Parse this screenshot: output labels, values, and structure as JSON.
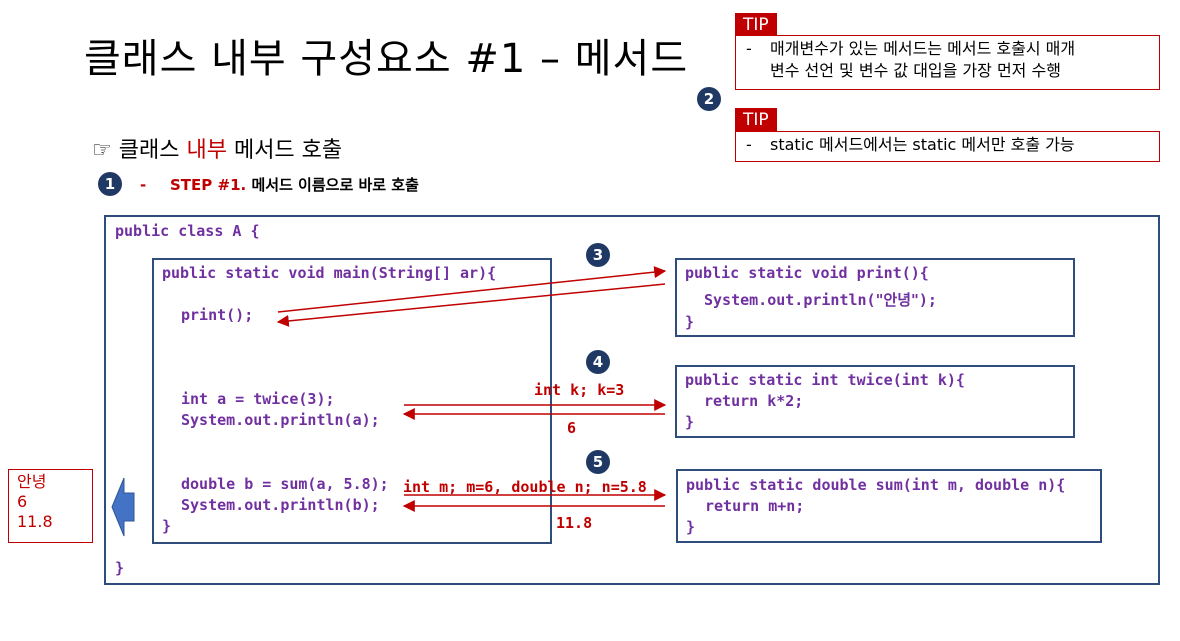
{
  "title": "클래스 내부 구성요소 #1 – 메서드",
  "tips": [
    {
      "tag": "TIP",
      "dash": "-",
      "lines": [
        "매개변수가 있는 메서드는 메서드 호출시 매개",
        "변수 선언 및 변수 값 대입을 가장 먼저 수행"
      ]
    },
    {
      "tag": "TIP",
      "dash": "-",
      "lines": [
        "static 메서드에서는 static 메서만 호출 가능"
      ]
    }
  ],
  "badges": [
    "1",
    "2",
    "3",
    "4",
    "5"
  ],
  "subheading": {
    "pointer": "☞",
    "prefix": "클래스",
    "highlight": "내부",
    "suffix": "메서드 호출"
  },
  "step": {
    "dash": "-",
    "label": "STEP #1.",
    "text": "메서드 이름으로 바로 호출"
  },
  "class_code": {
    "open": "public class A {",
    "close": "}"
  },
  "main_code": {
    "header": "public static void main(String[] ar){",
    "print_call": "print();",
    "twice_lines": [
      "int a = twice(3);",
      "System.out.println(a);"
    ],
    "sum_lines": [
      "double b = sum(a, 5.8);",
      "System.out.println(b);"
    ],
    "close": "}"
  },
  "print_method": {
    "header": "public static void print(){",
    "body_pre": "System.out.println(",
    "body_str": "\"안녕\"",
    "body_post": ");",
    "close": "}"
  },
  "twice_method": {
    "header": "public static int twice(int k){",
    "body": "return k*2;",
    "close": "}"
  },
  "sum_method": {
    "header": "public static double sum(int m, double n){",
    "body": "return m+n;",
    "close": "}"
  },
  "annotations": {
    "twice_args": "int k; k=3",
    "twice_return": "6",
    "sum_args": "int m; m=6, double n; n=5.8",
    "sum_return": "11.8"
  },
  "console_output": [
    "안녕",
    "6",
    "11.8"
  ],
  "colors": {
    "accent_red": "#c00000",
    "box_blue": "#2e4d7b",
    "code_purple": "#7030a0",
    "badge_navy": "#1f3864",
    "arrow_blue": "#4472c4"
  }
}
